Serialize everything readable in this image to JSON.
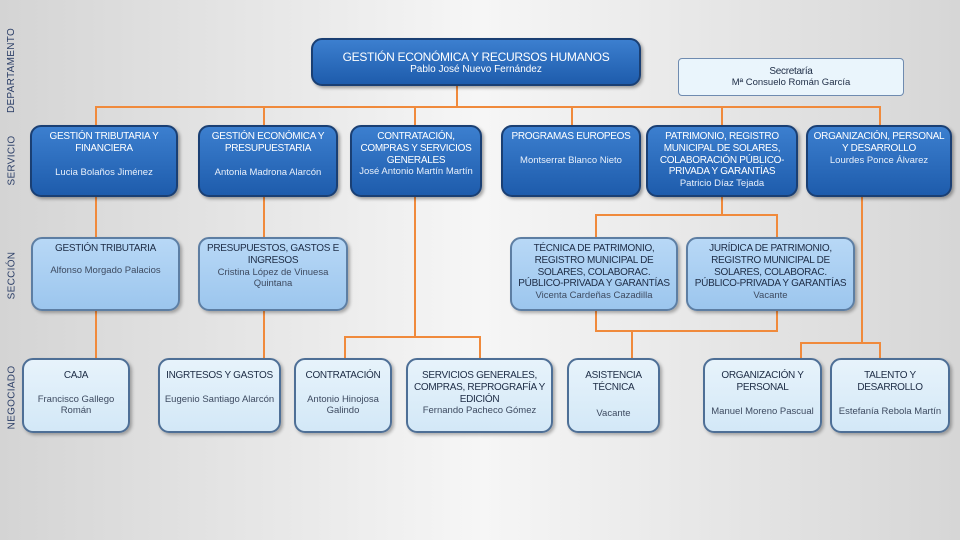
{
  "levels": [
    "DEPARTAMENTO",
    "SERVICIO",
    "SECCIÓN",
    "NEGOCIADO"
  ],
  "department": {
    "title": "GESTIÓN ECONÓMICA Y RECURSOS HUMANOS",
    "person": "Pablo José Nuevo Fernández"
  },
  "secretaria": {
    "title": "Secretaría",
    "person": "Mª Consuelo Román García"
  },
  "services": [
    {
      "title": "GESTIÓN TRIBUTARIA Y FINANCIERA",
      "person": "Lucia Bolaños Jiménez"
    },
    {
      "title": "GESTIÓN ECONÓMICA Y PRESUPUESTARIA",
      "person": "Antonia Madrona Alarcón"
    },
    {
      "title": "CONTRATACIÓN, COMPRAS Y SERVICIOS GENERALES",
      "person": "José Antonio Martín Martín"
    },
    {
      "title": "PROGRAMAS EUROPEOS",
      "person": "Montserrat Blanco Nieto"
    },
    {
      "title": "PATRIMONIO, REGISTRO MUNICIPAL DE SOLARES, COLABORACIÓN PÚBLICO-PRIVADA Y GARANTÍAS",
      "person": "Patricio Díaz Tejada"
    },
    {
      "title": "ORGANIZACIÓN, PERSONAL Y DESARROLLO",
      "person": "Lourdes Ponce Álvarez"
    }
  ],
  "sections": [
    {
      "title": "GESTIÓN TRIBUTARIA",
      "person": "Alfonso Morgado Palacios"
    },
    {
      "title": "PRESUPUESTOS, GASTOS E INGRESOS",
      "person": "Cristina López de Vinuesa Quintana"
    },
    {
      "title": "TÉCNICA DE PATRIMONIO, REGISTRO MUNICIPAL DE SOLARES, COLABORAC. PÚBLICO-PRIVADA Y GARANTÍAS",
      "person": "Vicenta Cardeñas Cazadilla"
    },
    {
      "title": "JURÍDICA DE PATRIMONIO, REGISTRO MUNICIPAL DE SOLARES, COLABORAC. PÚBLICO-PRIVADA Y GARANTÍAS",
      "person": "Vacante"
    }
  ],
  "negociados": [
    {
      "title": "CAJA",
      "person": "Francisco Gallego Román"
    },
    {
      "title": "INGRTESOS Y GASTOS",
      "person": "Eugenio Santiago Alarcón"
    },
    {
      "title": "CONTRATACIÓN",
      "person": "Antonio Hinojosa Galindo"
    },
    {
      "title": "SERVICIOS GENERALES, COMPRAS, REPROGRAFÍA Y EDICIÓN",
      "person": "Fernando Pacheco Gómez"
    },
    {
      "title": "ASISTENCIA TÉCNICA",
      "person": "Vacante"
    },
    {
      "title": "ORGANIZACIÓN Y PERSONAL",
      "person": "Manuel Moreno Pascual"
    },
    {
      "title": "TALENTO Y DESARROLLO",
      "person": "Estefanía Rebola Martín"
    }
  ],
  "colors": {
    "connector": "#f08a3c",
    "service": "#2a6cc0",
    "section": "#a9cff2",
    "negociado": "#e2f0fa"
  }
}
